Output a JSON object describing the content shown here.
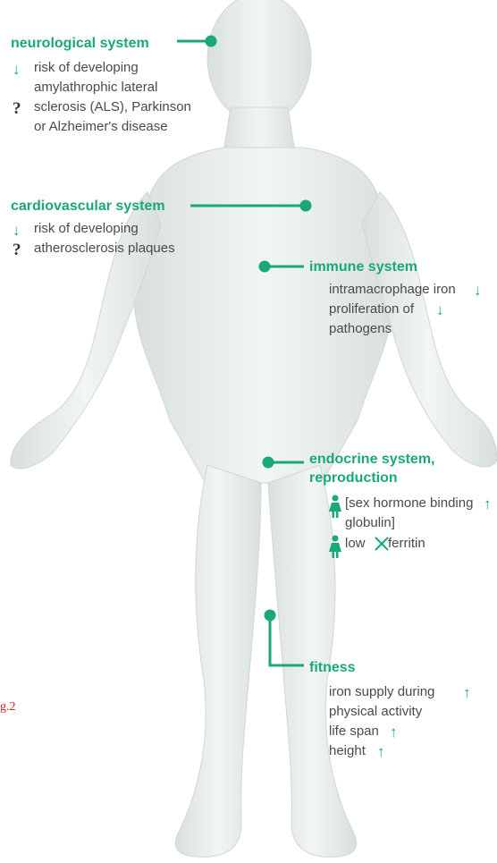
{
  "figure_label": "g.2",
  "colors": {
    "accent": "#1aa879",
    "text": "#4a4a4a",
    "body": "#e8ecec",
    "label": "#d42020"
  },
  "neurological": {
    "heading": "neurological system",
    "lines": [
      "risk of developing",
      "amylathrophic lateral",
      "sclerosis (ALS), Parkinson",
      "or Alzheimer's disease"
    ],
    "markers": [
      "↓",
      "?"
    ]
  },
  "cardiovascular": {
    "heading": "cardiovascular system",
    "lines": [
      "risk of developing",
      "atherosclerosis plaques"
    ],
    "markers": [
      "↓",
      "?"
    ]
  },
  "immune": {
    "heading": "immune system",
    "lines": [
      "intramacrophage iron",
      "proliferation of",
      "pathogens"
    ],
    "markers": [
      "↓",
      "↓"
    ]
  },
  "endocrine": {
    "heading_line1": "endocrine system,",
    "heading_line2": "reproduction",
    "lines": [
      "[sex hormone binding",
      "globulin]",
      "low",
      "ferritin"
    ],
    "markers": [
      "↑"
    ],
    "icons": [
      "female-icon",
      "female-icon"
    ]
  },
  "fitness": {
    "heading": "fitness",
    "lines": [
      "iron supply during",
      "physical activity",
      "life span",
      "height"
    ],
    "markers": [
      "↑",
      "↑",
      "↑"
    ]
  }
}
